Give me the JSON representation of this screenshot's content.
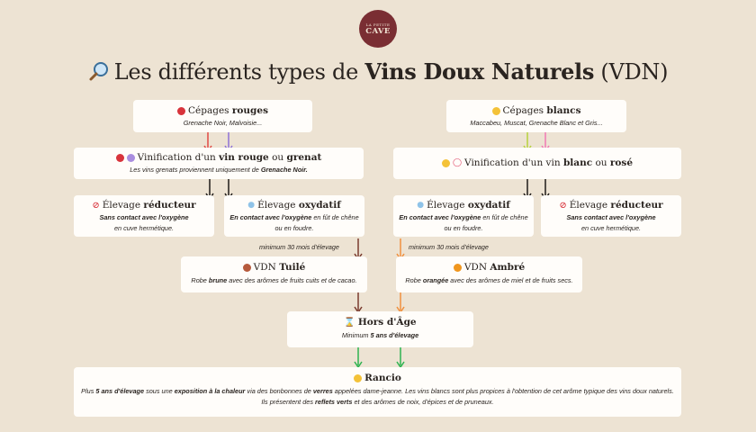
{
  "brand": {
    "line1": "LA PETITE",
    "line2": "CAVE",
    "color": "#7a2e33"
  },
  "title": {
    "pre": "Les différents types de ",
    "bold": "Vins Doux Naturels",
    "post": " (VDN)",
    "icon": "magnifier-icon"
  },
  "colors": {
    "background": "#ede3d3",
    "red_arrow": "#e04a44",
    "purple_arrow": "#8e73d6",
    "black_arrow": "#1f1b18",
    "brown_arrow": "#7a3b2e",
    "orange_arrow": "#f0903e",
    "lime_arrow": "#b6d23c",
    "pink_arrow": "#f07ab4",
    "green_arrow": "#2fb350",
    "red_dot": "#d8343c",
    "purple_dot": "#a98ddf",
    "yellow_dot": "#f4c238",
    "brown_dot": "#b65a3c",
    "orange_dot": "#f0961e"
  },
  "cepages_rouges": {
    "pre": "Cépages ",
    "bold": "rouges",
    "desc": "Grenache Noir, Malvoisie..."
  },
  "cepages_blancs": {
    "pre": "Cépages ",
    "bold": "blancs",
    "desc": "Maccabeu, Muscat, Grenache Blanc et Gris..."
  },
  "vinif_rouge": {
    "pre": "Vinification d'un ",
    "b1": "vin rouge",
    "mid": " ou ",
    "b2": "grenat",
    "desc_pre": "Les vins grenats proviennent uniquement de ",
    "desc_bold": "Grenache Noir."
  },
  "vinif_blanc": {
    "pre": "Vinification d'un vin ",
    "b1": "blanc",
    "mid": " ou ",
    "b2": "rosé"
  },
  "elevage_reducteur": {
    "label": "Élevage ",
    "bold": "réducteur",
    "desc_bold": "Sans contact avec l'oxygène",
    "desc": "en cuve hermétique."
  },
  "elevage_oxydatif": {
    "label": "Élevage ",
    "bold": "oxydatif",
    "desc_bold": "En contact avec l'oxygène",
    "desc": " en fût de chêne ou en foudre."
  },
  "note_minimum": "minimum 30 mois d'élevage",
  "vdn_tuile": {
    "label": "VDN ",
    "bold": "Tuilé",
    "desc_pre": "Robe ",
    "desc_bold": "brune",
    "desc_post": " avec des arômes de fruits cuits et de cacao."
  },
  "vdn_ambre": {
    "label": "VDN ",
    "bold": "Ambré",
    "desc_pre": "Robe ",
    "desc_bold": "orangée",
    "desc_post": " avec des arômes de miel et de fruits secs."
  },
  "hors_d_age": {
    "bold": "Hors d'Âge",
    "desc_pre": "Minimum ",
    "desc_bold": "5 ans d'élevage"
  },
  "rancio": {
    "bold": "Rancio",
    "p1": "Plus ",
    "b1": "5 ans d'élevage",
    "p2": " sous une ",
    "b2": "exposition à la chaleur",
    "p3": " via des bonbonnes de ",
    "b3": "verres",
    "p4": " appelées dame-jeanne. Les vins blancs sont plus propices à l'obtention de cet arôme typique des vins doux naturels. Ils présentent des ",
    "b4": "reflets verts",
    "p5": " et des arômes de noix, d'épices et de pruneaux."
  }
}
